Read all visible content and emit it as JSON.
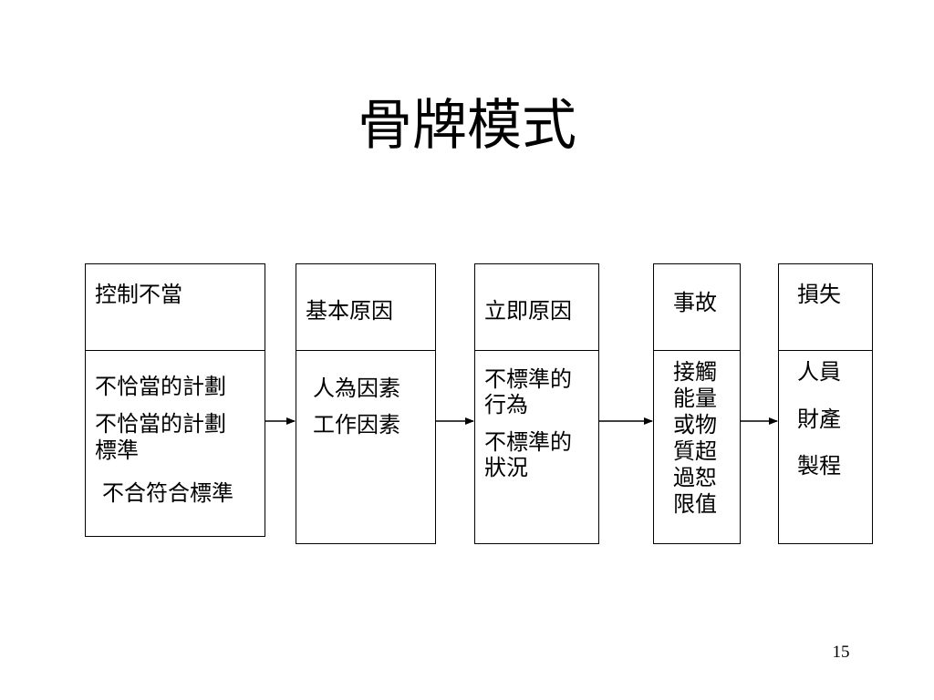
{
  "slide": {
    "title": "骨牌模式",
    "page_number": "15"
  },
  "dominoes": [
    {
      "header": "控制不當",
      "body": [
        "不恰當的計劃",
        "不恰當的計劃",
        "標準",
        "不合符合標準"
      ]
    },
    {
      "header": "基本原因",
      "body": [
        "人為因素",
        "工作因素"
      ]
    },
    {
      "header": "立即原因",
      "body": [
        "不標準的",
        "行為",
        "不標準的",
        "狀況"
      ]
    },
    {
      "header": "事故",
      "body": [
        "接觸",
        "能量",
        "或物",
        "質超",
        "過恕",
        "限值"
      ]
    },
    {
      "header": "損失",
      "body": [
        "人員",
        "財產",
        "製程"
      ]
    }
  ]
}
